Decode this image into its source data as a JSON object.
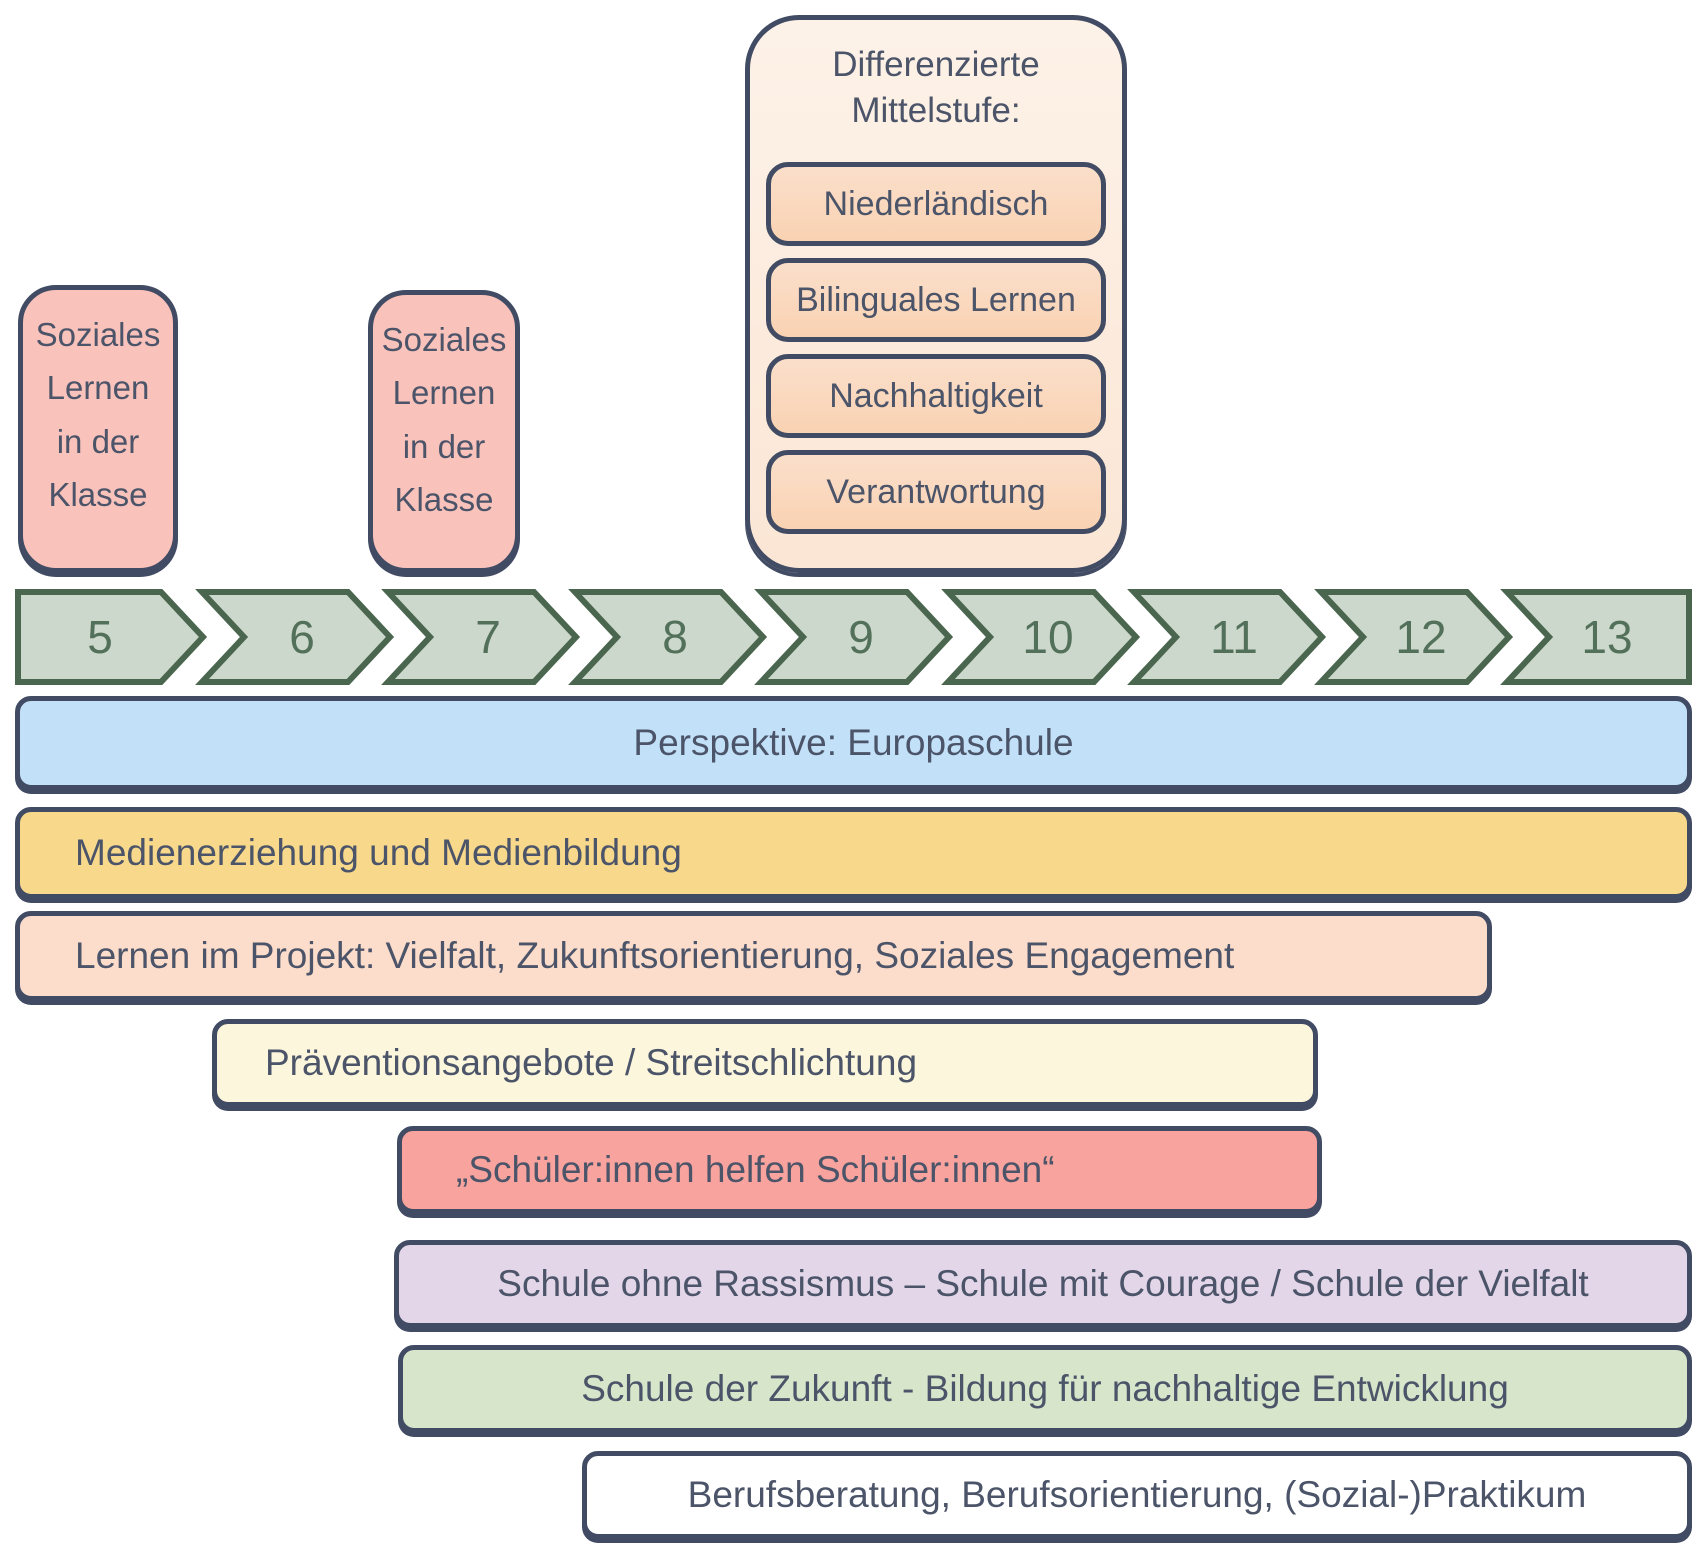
{
  "palette": {
    "outline": "#414b63",
    "text": "#4b5468",
    "chevron_fill": "#ccd8cb",
    "chevron_outline": "#4a664f",
    "chevron_text": "#52705a",
    "note_pink": "#f9c2bb",
    "mittelstufe_bg": "#fcedde",
    "mittelstufe_item_bg": "#fad7bc",
    "bar_blue": "#c2e1f8",
    "bar_yellow": "#f8d98c",
    "bar_peach": "#fcdcca",
    "bar_cream": "#fcf6dc",
    "bar_pink": "#f8a39d",
    "bar_purple": "#e2d6e8",
    "bar_green": "#d7e6cb",
    "bar_white": "#ffffff"
  },
  "notes": [
    {
      "id": "soziales-lernen-klasse-5",
      "label": "Soziales\nLernen\nin der\nKlasse"
    },
    {
      "id": "soziales-lernen-klasse-7",
      "label": "Soziales\nLernen\nin der\nKlasse"
    }
  ],
  "mittelstufe": {
    "title": "Differenzierte\nMittelstufe:",
    "items": [
      "Niederländisch",
      "Bilinguales Lernen",
      "Nachhaltigkeit",
      "Verantwortung"
    ]
  },
  "grades": [
    "5",
    "6",
    "7",
    "8",
    "9",
    "10",
    "11",
    "12",
    "13"
  ],
  "bars": [
    {
      "id": "europaschule",
      "label": "Perspektive: Europaschule",
      "color": "#c2e1f8",
      "align": "center"
    },
    {
      "id": "medien",
      "label": "Medienerziehung und Medienbildung",
      "color": "#f8d98c",
      "align": "left"
    },
    {
      "id": "projekt",
      "label": "Lernen im Projekt: Vielfalt, Zukunftsorientierung, Soziales Engagement",
      "color": "#fcdcca",
      "align": "left"
    },
    {
      "id": "praevention",
      "label": "Präventionsangebote / Streitschlichtung",
      "color": "#fcf6dc",
      "align": "left"
    },
    {
      "id": "schueler",
      "label": "„Schüler:innen helfen Schüler:innen“",
      "color": "#f8a39d",
      "align": "left"
    },
    {
      "id": "courage",
      "label": "Schule ohne Rassismus – Schule mit Courage / Schule der Vielfalt",
      "color": "#e2d6e8",
      "align": "center"
    },
    {
      "id": "zukunft",
      "label": "Schule der Zukunft - Bildung für nachhaltige Entwicklung",
      "color": "#d7e6cb",
      "align": "center"
    },
    {
      "id": "beruf",
      "label": "Berufsberatung, Berufsorientierung, (Sozial-)Praktikum",
      "color": "#ffffff",
      "align": "center"
    }
  ]
}
